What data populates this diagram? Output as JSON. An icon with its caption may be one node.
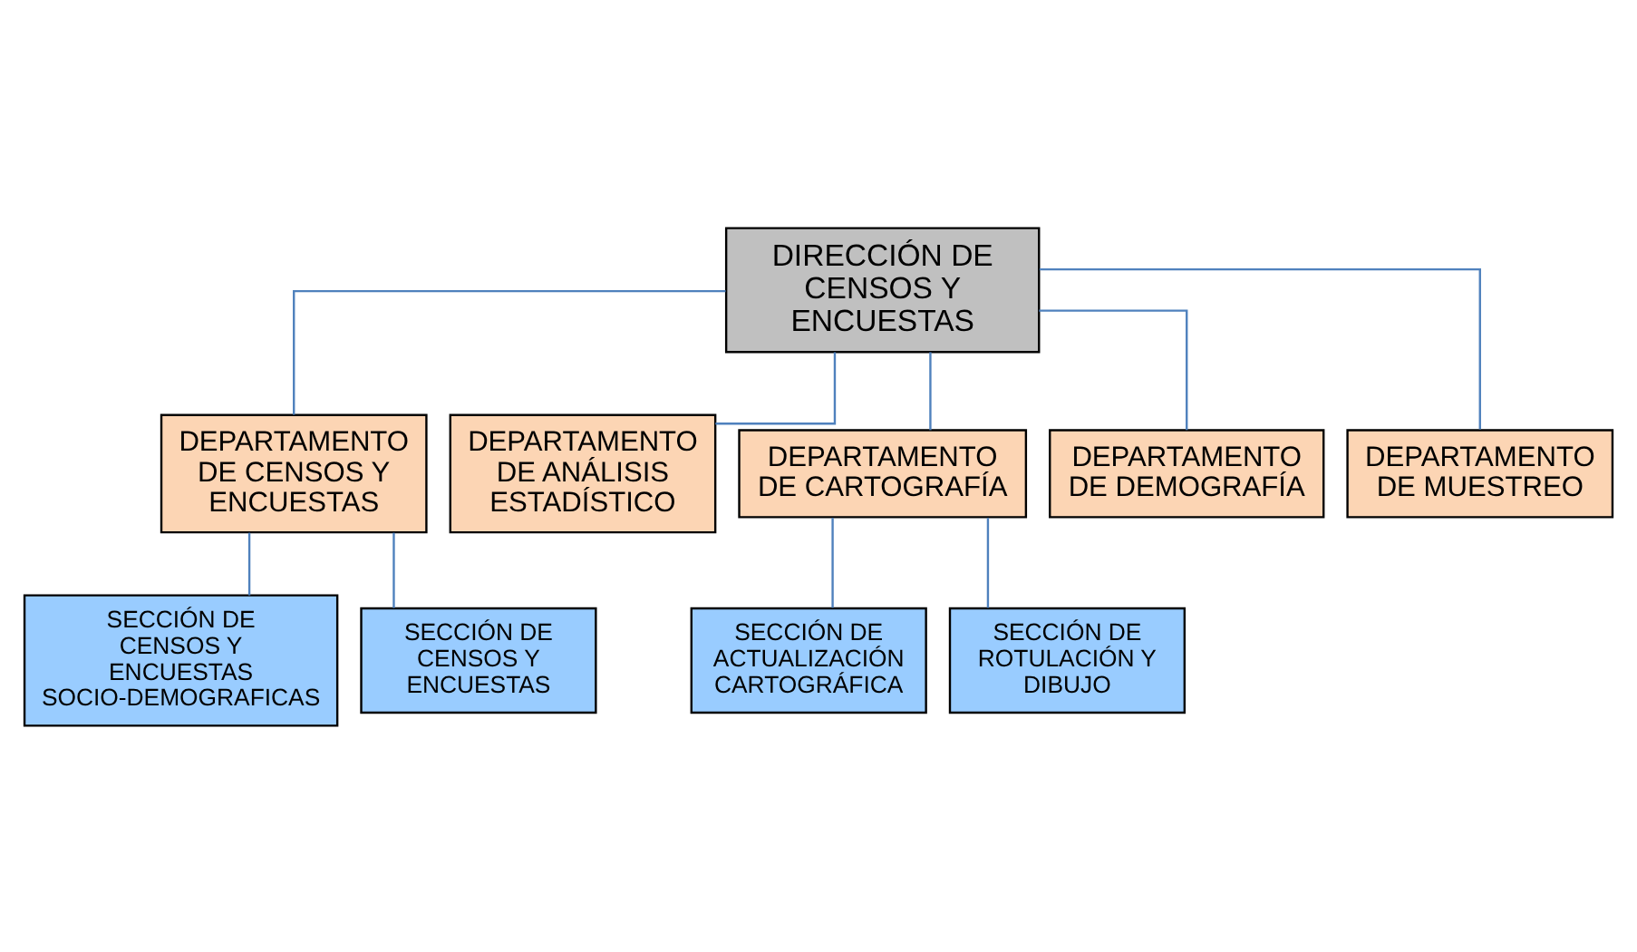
{
  "diagram": {
    "nodes": [
      {
        "text": [
          "DIRECCIÓN DE CENSOS Y ENCUESTAS"
        ]
      },
      {
        "text": [
          "DEPARTAMENTO DE CENSOS Y ENCUESTAS"
        ]
      },
      {
        "text": [
          "DEPARTAMENTO DE ANÁLISIS ESTADÍSTICO"
        ]
      },
      {
        "text": [
          "DEPARTAMENTO DE CARTOGRAFÍA"
        ]
      },
      {
        "text": [
          "DEPARTAMENTO DE DEMOGRAFÍA"
        ]
      },
      {
        "text": [
          "DEPARTAMENTO DE MUESTREO"
        ]
      },
      {
        "text": [
          "SECCIÓN DE CENSOS Y ENCUESTAS SOCIO-DEMOGRAFICAS"
        ]
      },
      {
        "text": [
          "SECCIÓN DE CENSOS Y ENCUESTAS"
        ]
      },
      {
        "text": [
          "SECCIÓN DE ACTUALIZACIÓN CARTOGRÁFICA"
        ]
      },
      {
        "text": [
          "SECCIÓN DE ROTULACIÓN Y DIBUJO"
        ]
      }
    ],
    "edges": [
      {
        "from": 0,
        "to": 1,
        "arrow": "none"
      },
      {
        "from": 0,
        "to": 2,
        "arrow": "none"
      },
      {
        "from": 0,
        "to": 3,
        "arrow": "none"
      },
      {
        "from": 0,
        "to": 4,
        "arrow": "none"
      },
      {
        "from": 0,
        "to": 5,
        "arrow": "none"
      },
      {
        "from": 1,
        "to": 6,
        "arrow": "none"
      },
      {
        "from": 1,
        "to": 7,
        "arrow": "none"
      },
      {
        "from": 3,
        "to": 8,
        "arrow": "none"
      },
      {
        "from": 3,
        "to": 9,
        "arrow": "none"
      }
    ]
  }
}
